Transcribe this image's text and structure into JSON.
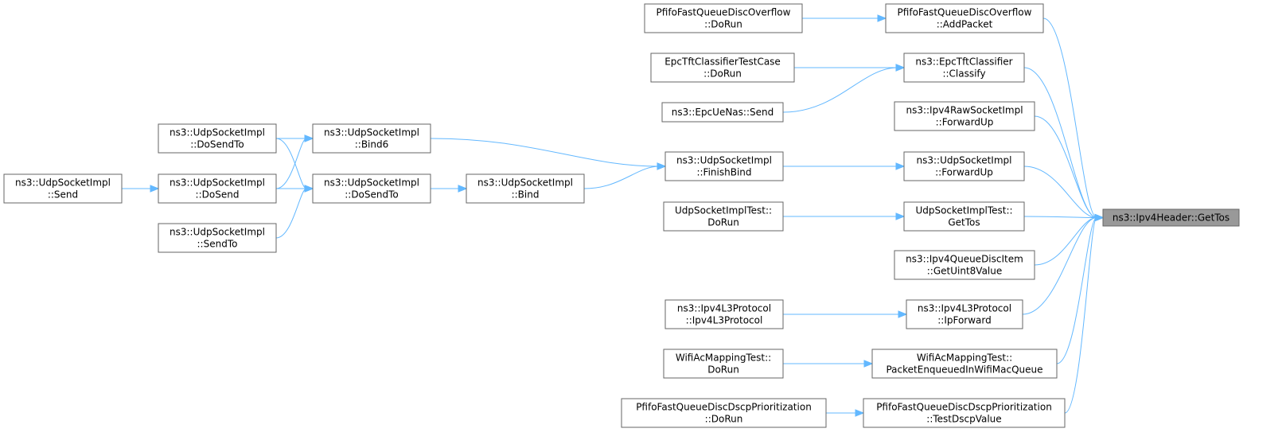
{
  "colors": {
    "edge": "#63b8ff",
    "node_border": "#666666",
    "target_fill": "#999999",
    "node_fill": "#ffffff"
  },
  "nodes": [
    {
      "id": "gettos",
      "lines": [
        "ns3::Ipv4Header::GetTos"
      ],
      "target": true
    },
    {
      "id": "pfifo_overflow_addpacket",
      "lines": [
        "PfifoFastQueueDiscOverflow",
        "::AddPacket"
      ]
    },
    {
      "id": "pfifo_overflow_dorun",
      "lines": [
        "PfifoFastQueueDiscOverflow",
        "::DoRun"
      ]
    },
    {
      "id": "epc_classify",
      "lines": [
        "ns3::EpcTftClassifier",
        "::Classify"
      ]
    },
    {
      "id": "epc_testcase_dorun",
      "lines": [
        "EpcTftClassifierTestCase",
        "::DoRun"
      ]
    },
    {
      "id": "epcuenas_send",
      "lines": [
        "ns3::EpcUeNas::Send"
      ]
    },
    {
      "id": "ipv4raw_forwardup",
      "lines": [
        "ns3::Ipv4RawSocketImpl",
        "::ForwardUp"
      ]
    },
    {
      "id": "udp_forwardup",
      "lines": [
        "ns3::UdpSocketImpl",
        "::ForwardUp"
      ]
    },
    {
      "id": "udp_finishbind",
      "lines": [
        "ns3::UdpSocketImpl",
        "::FinishBind"
      ]
    },
    {
      "id": "udp_bind6",
      "lines": [
        "ns3::UdpSocketImpl",
        "::Bind6"
      ]
    },
    {
      "id": "udp_bind",
      "lines": [
        "ns3::UdpSocketImpl",
        "::Bind"
      ]
    },
    {
      "id": "udp_dosendto_l",
      "lines": [
        "ns3::UdpSocketImpl",
        "::DoSendTo"
      ]
    },
    {
      "id": "udp_dosend",
      "lines": [
        "ns3::UdpSocketImpl",
        "::DoSend"
      ]
    },
    {
      "id": "udp_dosendto_m",
      "lines": [
        "ns3::UdpSocketImpl",
        "::DoSendTo"
      ]
    },
    {
      "id": "udp_sendto",
      "lines": [
        "ns3::UdpSocketImpl",
        "::SendTo"
      ]
    },
    {
      "id": "udp_send",
      "lines": [
        "ns3::UdpSocketImpl",
        "::Send"
      ]
    },
    {
      "id": "udptest_gettos",
      "lines": [
        "UdpSocketImplTest::",
        "GetTos"
      ]
    },
    {
      "id": "udptest_dorun",
      "lines": [
        "UdpSocketImplTest::",
        "DoRun"
      ]
    },
    {
      "id": "ipv4qdi_getuint8",
      "lines": [
        "ns3::Ipv4QueueDiscItem",
        "::GetUint8Value"
      ]
    },
    {
      "id": "ipv4l3_ipforward",
      "lines": [
        "ns3::Ipv4L3Protocol",
        "::IpForward"
      ]
    },
    {
      "id": "ipv4l3_ctor",
      "lines": [
        "ns3::Ipv4L3Protocol",
        "::Ipv4L3Protocol"
      ]
    },
    {
      "id": "wifiac_enqueued",
      "lines": [
        "WifiAcMappingTest::",
        "PacketEnqueuedInWifiMacQueue"
      ]
    },
    {
      "id": "wifiac_dorun",
      "lines": [
        "WifiAcMappingTest::",
        "DoRun"
      ]
    },
    {
      "id": "pfifo_dscp_testdscp",
      "lines": [
        "PfifoFastQueueDiscDscpPrioritization",
        "::TestDscpValue"
      ]
    },
    {
      "id": "pfifo_dscp_dorun",
      "lines": [
        "PfifoFastQueueDiscDscpPrioritization",
        "::DoRun"
      ]
    }
  ],
  "edges": [
    {
      "from": "pfifo_overflow_addpacket",
      "to": "gettos"
    },
    {
      "from": "epc_classify",
      "to": "gettos"
    },
    {
      "from": "ipv4raw_forwardup",
      "to": "gettos"
    },
    {
      "from": "udp_forwardup",
      "to": "gettos"
    },
    {
      "from": "udptest_gettos",
      "to": "gettos"
    },
    {
      "from": "ipv4qdi_getuint8",
      "to": "gettos"
    },
    {
      "from": "ipv4l3_ipforward",
      "to": "gettos"
    },
    {
      "from": "wifiac_enqueued",
      "to": "gettos"
    },
    {
      "from": "pfifo_dscp_testdscp",
      "to": "gettos"
    },
    {
      "from": "pfifo_overflow_dorun",
      "to": "pfifo_overflow_addpacket"
    },
    {
      "from": "epc_testcase_dorun",
      "to": "epc_classify"
    },
    {
      "from": "epcuenas_send",
      "to": "epc_classify"
    },
    {
      "from": "udp_finishbind",
      "to": "udp_forwardup"
    },
    {
      "from": "udp_bind6",
      "to": "udp_finishbind"
    },
    {
      "from": "udp_bind",
      "to": "udp_finishbind"
    },
    {
      "from": "udp_dosendto_l",
      "to": "udp_bind6"
    },
    {
      "from": "udp_dosend",
      "to": "udp_bind6"
    },
    {
      "from": "udp_dosendto_m",
      "to": "udp_bind"
    },
    {
      "from": "udp_dosend",
      "to": "udp_bind"
    },
    {
      "from": "udp_dosendto_l",
      "to": "udp_dosendto_m"
    },
    {
      "from": "udp_dosend",
      "to": "udp_dosendto_m"
    },
    {
      "from": "udp_sendto",
      "to": "udp_dosendto_m"
    },
    {
      "from": "udp_send",
      "to": "udp_dosend"
    },
    {
      "from": "udptest_dorun",
      "to": "udptest_gettos"
    },
    {
      "from": "ipv4l3_ctor",
      "to": "ipv4l3_ipforward"
    },
    {
      "from": "wifiac_dorun",
      "to": "wifiac_enqueued"
    },
    {
      "from": "pfifo_dscp_dorun",
      "to": "pfifo_dscp_testdscp"
    }
  ]
}
